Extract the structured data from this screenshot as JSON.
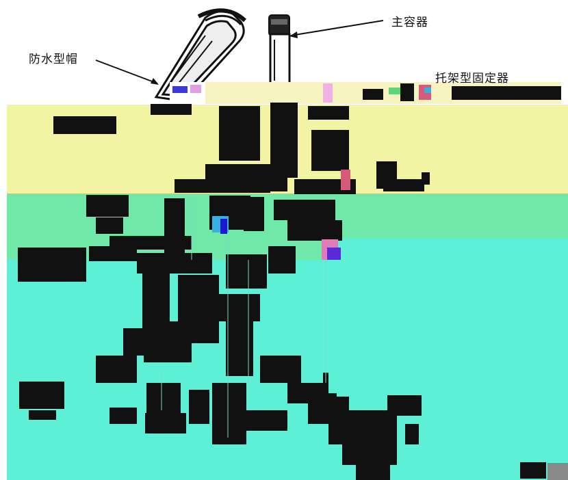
{
  "labels": {
    "cap": "防水型帽",
    "container": "主容器",
    "bracket": "托架型固定器"
  },
  "colors": {
    "background": "#ffffff",
    "band_yellow": "#f2f4a4",
    "band_green": "#6fe8a8",
    "band_teal": "#5ef0d6",
    "ink": "#111111",
    "corner_gray": "#8a8a8a"
  }
}
